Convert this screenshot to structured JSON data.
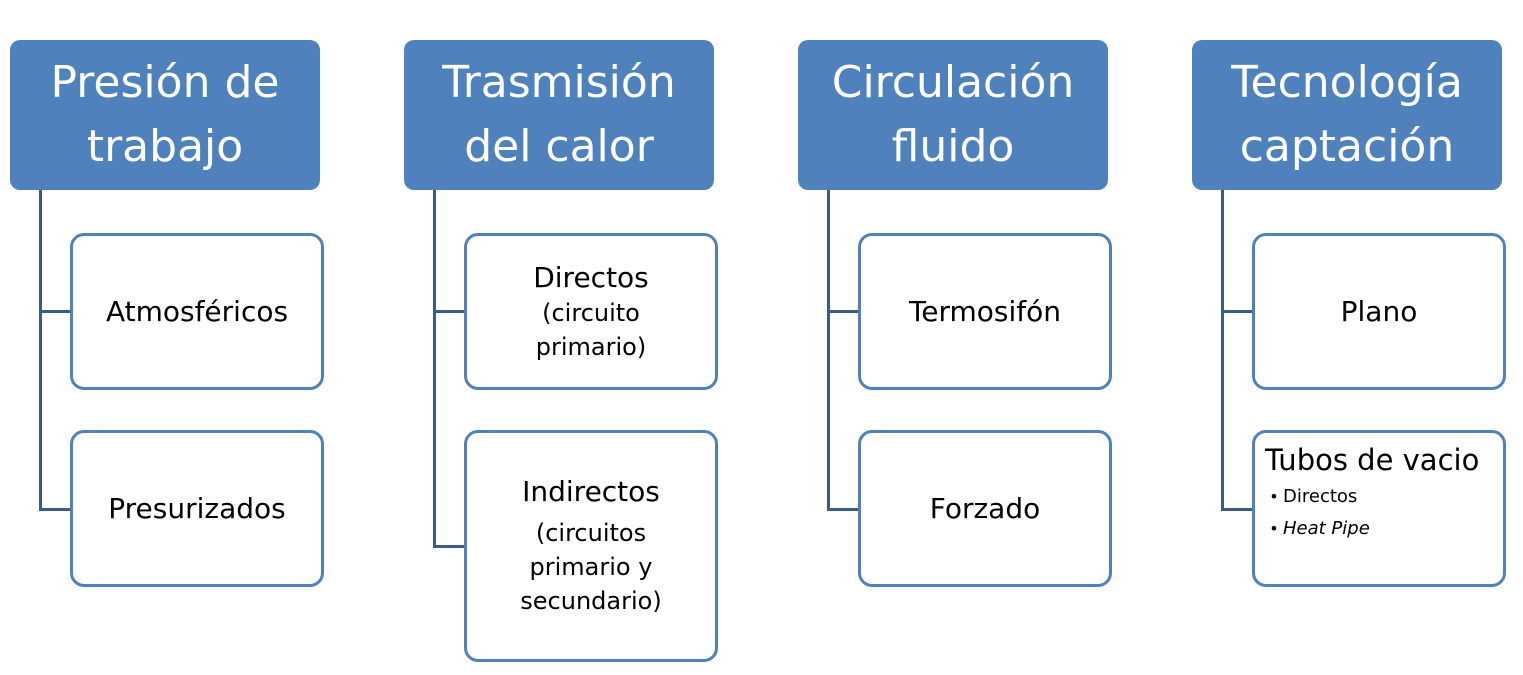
{
  "colors": {
    "header_fill": "#4f81bd",
    "child_border": "#4f81bd",
    "connector": "#3a5c87",
    "header_text": "#ffffff"
  },
  "columns": [
    {
      "header": [
        "Presión de",
        "trabajo"
      ],
      "children": [
        {
          "main": "Atmosféricos"
        },
        {
          "main": "Presurizados"
        }
      ]
    },
    {
      "header": [
        "Trasmisión",
        "del calor"
      ],
      "children": [
        {
          "main": "Directos",
          "sub": "(circuito\nprimario)"
        },
        {
          "main": "Indirectos",
          "sub": "(circuitos\nprimario y\nsecundario)"
        }
      ]
    },
    {
      "header": [
        "Circulación",
        "fluido"
      ],
      "children": [
        {
          "main": "Termosifón"
        },
        {
          "main": "Forzado"
        }
      ]
    },
    {
      "header": [
        "Tecnología",
        "captación"
      ],
      "children": [
        {
          "main": "Plano"
        },
        {
          "title": "Tubos de vacio",
          "bullet": "•",
          "bullets": [
            "Directos",
            "Heat Pipe"
          ]
        }
      ]
    }
  ]
}
